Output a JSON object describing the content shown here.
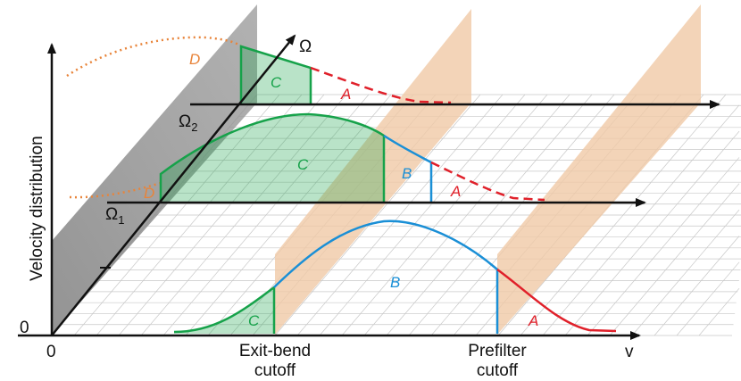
{
  "axes": {
    "y_label": "Velocity distribution",
    "x_label": "v",
    "omega_label": "Ω",
    "origin_x": "0",
    "origin_y": "0"
  },
  "planes": {
    "omega1_main": "Ω",
    "omega1_sub": "1",
    "omega2_main": "Ω",
    "omega2_sub": "2"
  },
  "cutoffs": {
    "exit_bend_line1": "Exit-bend",
    "exit_bend_line2": "cutoff",
    "prefilter_line1": "Prefilter",
    "prefilter_line2": "cutoff"
  },
  "regions": {
    "A": "A",
    "B": "B",
    "C": "C",
    "D": "D"
  },
  "colors": {
    "A": "#e0202a",
    "B": "#1a8fd6",
    "C": "#16a24a",
    "D": "#e8843a",
    "cutoff_plane": "#f0c9a6",
    "omega_wall": "#8a8a8a"
  }
}
